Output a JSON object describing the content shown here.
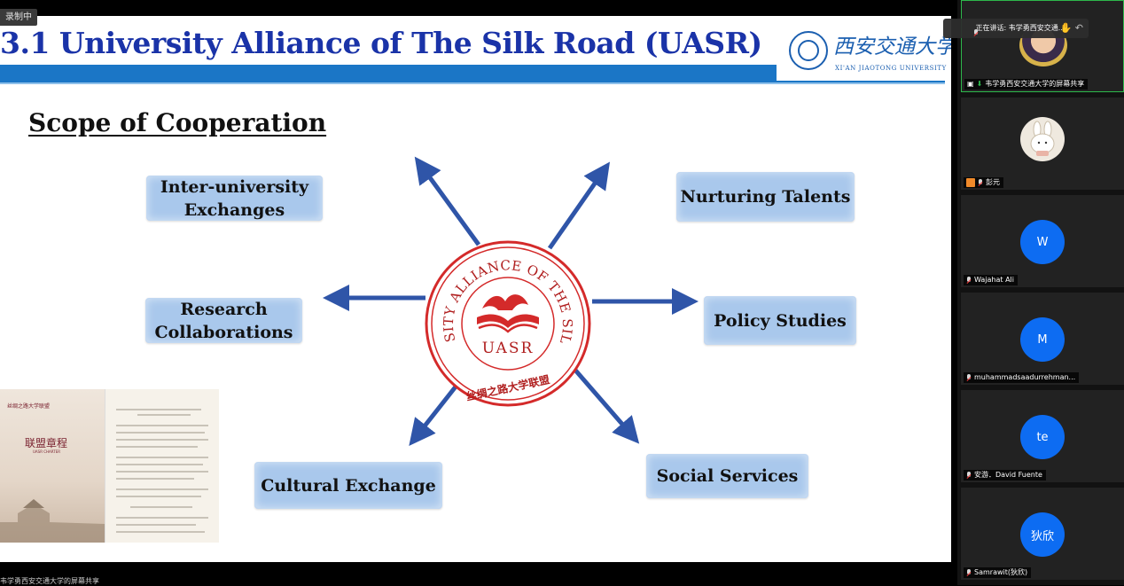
{
  "recording_badge": "录制中",
  "slide": {
    "title": "3.1 University Alliance of The Silk Road (UASR)",
    "logo_cn": "西安交通大学",
    "logo_en": "XI'AN JIAOTONG UNIVERSITY",
    "scope_heading": "Scope of Cooperation",
    "boxes": {
      "inter_1": "Inter-university",
      "inter_2": "Exchanges",
      "nurturing": "Nurturing Talents",
      "research_1": "Research",
      "research_2": "Collaborations",
      "policy": "Policy Studies",
      "cultural": "Cultural Exchange",
      "social": "Social Services"
    },
    "seal": {
      "ring_text": "UNIVERSITY ALLIANCE OF THE SILK ROAD",
      "acronym": "UASR",
      "cn_text": "丝绸之路大学联盟"
    },
    "charter": {
      "brand": "丝绸之路大学联盟",
      "title": "联盟章程",
      "subtitle": "UASR CHARTER"
    },
    "colors": {
      "title": "#1a33a8",
      "bar": "#1b76c6",
      "box": "#a9c8ec",
      "arrow": "#2f55a8",
      "seal_red": "#d42a2a"
    }
  },
  "speaking": {
    "text": "正在讲话: 韦学勇西安交通...",
    "icons": [
      "mic-icon",
      "hand-icon",
      "undo-icon"
    ]
  },
  "participants": [
    {
      "name": "韦学勇西安交通大学的屏幕共享",
      "avatar": ""
    },
    {
      "name": "彭元",
      "avatar": ""
    },
    {
      "name": "Wajahat Ali",
      "avatar": "W"
    },
    {
      "name": "muhammadsaadurrehman...",
      "avatar": "M"
    },
    {
      "name": "安游．David Fuente",
      "avatar": "te"
    },
    {
      "name": "Samrawit(狄欣)",
      "avatar": "狄欣"
    }
  ],
  "bottom_caption": "韦学勇西安交通大学的屏幕共享"
}
